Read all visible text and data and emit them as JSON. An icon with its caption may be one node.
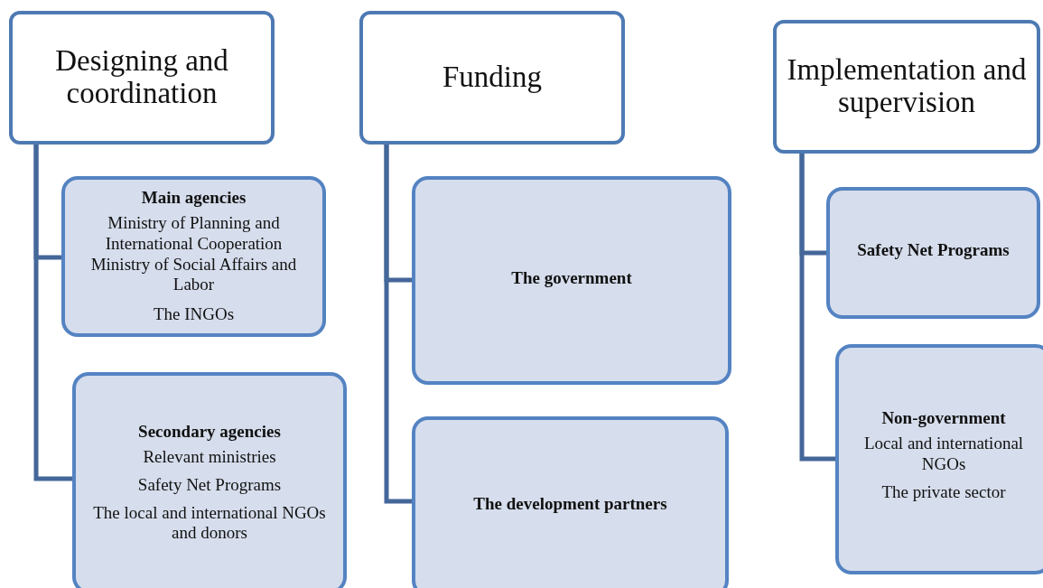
{
  "diagram": {
    "nodes": [
      {
        "text": [
          "Designing and coordination"
        ]
      },
      {
        "text": [
          "Main agencies",
          "Ministry of Planning and International Cooperation",
          "Ministry of Social Affairs and Labor",
          "The INGOs"
        ]
      },
      {
        "text": [
          "Secondary agencies",
          "Relevant ministries",
          "Safety Net Programs",
          "The local and international NGOs and donors"
        ]
      },
      {
        "text": [
          "Funding"
        ]
      },
      {
        "text": [
          "The government"
        ]
      },
      {
        "text": [
          "The development partners"
        ]
      },
      {
        "text": [
          "Implementation and supervision"
        ]
      },
      {
        "text": [
          "Safety Net Programs"
        ]
      },
      {
        "text": [
          "Non-government",
          "Local and international NGOs",
          "The private sector"
        ]
      }
    ],
    "edges": [
      {
        "from": 0,
        "to": 1,
        "arrow": "none"
      },
      {
        "from": 0,
        "to": 2,
        "arrow": "none"
      },
      {
        "from": 3,
        "to": 4,
        "arrow": "none"
      },
      {
        "from": 3,
        "to": 5,
        "arrow": "none"
      },
      {
        "from": 6,
        "to": 7,
        "arrow": "none"
      },
      {
        "from": 6,
        "to": 8,
        "arrow": "none"
      }
    ]
  }
}
